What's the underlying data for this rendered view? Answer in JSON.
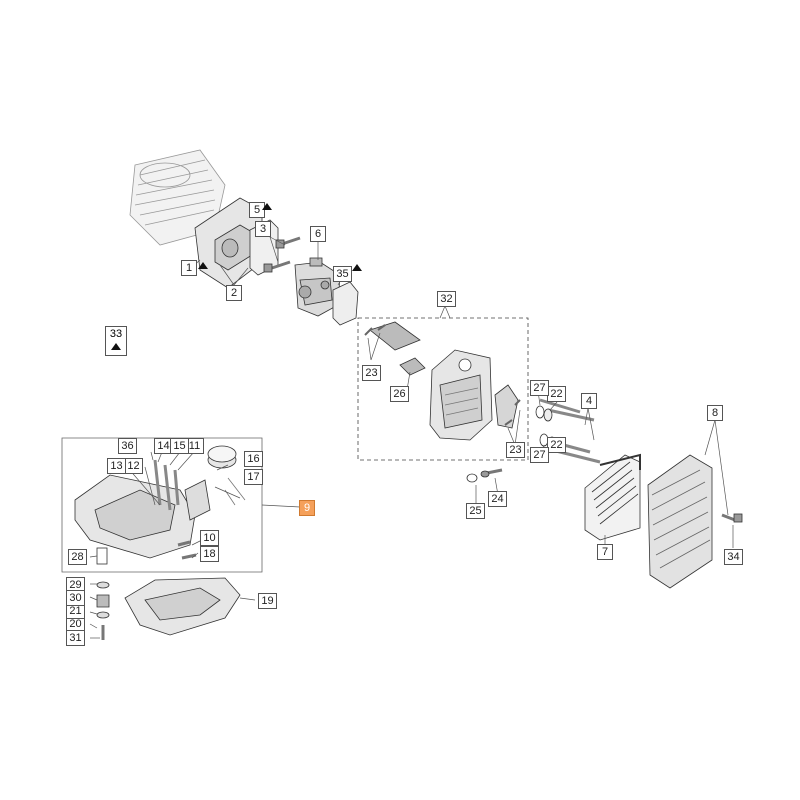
{
  "diagram": {
    "callouts": {
      "c1": "1",
      "c2": "2",
      "c3": "3",
      "c4": "4",
      "c5": "5",
      "c6": "6",
      "c7": "7",
      "c8": "8",
      "c9": "9",
      "c10": "10",
      "c11": "11",
      "c12": "12",
      "c13": "13",
      "c14": "14",
      "c15": "15",
      "c16": "16",
      "c17": "17",
      "c18": "18",
      "c19": "19",
      "c20": "20",
      "c21": "21",
      "c22a": "22",
      "c22b": "22",
      "c23a": "23",
      "c23b": "23",
      "c24": "24",
      "c25": "25",
      "c26": "26",
      "c27a": "27",
      "c27b": "27",
      "c28": "28",
      "c29": "29",
      "c30": "30",
      "c31": "31",
      "c32": "32",
      "c33": "33",
      "c34": "34",
      "c35": "35",
      "c36": "36"
    },
    "highlighted_callout": "9",
    "colors": {
      "highlight": "#f5a05a",
      "line": "#333333",
      "parts_fill": "#e6e6e6"
    },
    "icons": {
      "kit_marker": "triangle-icon"
    }
  }
}
